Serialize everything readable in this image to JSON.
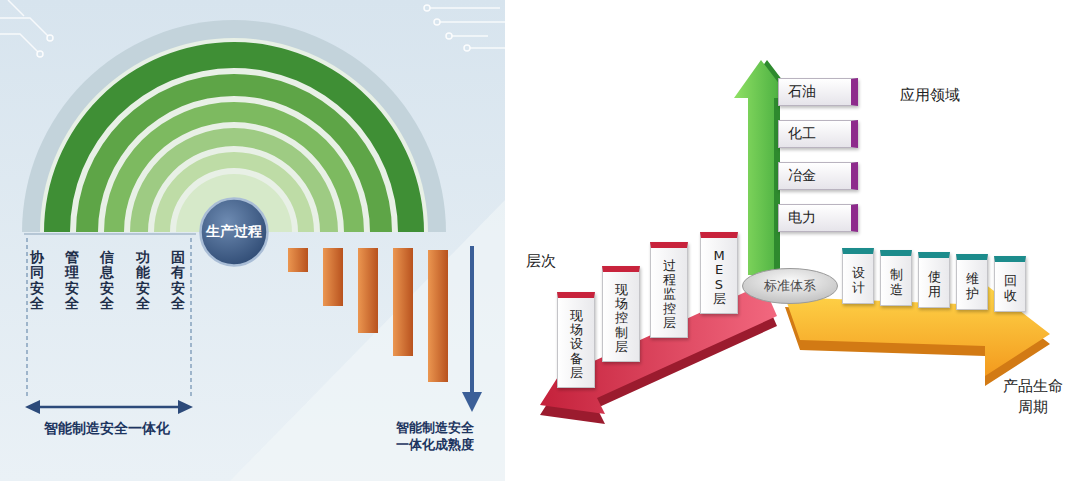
{
  "diagram": {
    "nodes": [
      {
        "text": [
          "生产过程"
        ]
      },
      {
        "text": [
          "石油"
        ]
      },
      {
        "text": [
          "化工"
        ]
      },
      {
        "text": [
          "冶金"
        ]
      },
      {
        "text": [
          "电力"
        ]
      },
      {
        "text": [
          "标准体系"
        ]
      },
      {
        "text": [
          "现场设备层"
        ]
      },
      {
        "text": [
          "现场控制层"
        ]
      },
      {
        "text": [
          "过程监控层"
        ]
      },
      {
        "text": [
          "MES层"
        ]
      },
      {
        "text": [
          "设计"
        ]
      },
      {
        "text": [
          "制造"
        ]
      },
      {
        "text": [
          "使用"
        ]
      },
      {
        "text": [
          "维护"
        ]
      },
      {
        "text": [
          "回收"
        ]
      }
    ],
    "labels": [
      "协同安全",
      "管理安全",
      "信息安全",
      "功能安全",
      "固有安全",
      "智能制造安全一体化",
      "智能制造安全 一体化成熟度",
      "应用领域",
      "层次",
      "产品生命 周期"
    ]
  }
}
